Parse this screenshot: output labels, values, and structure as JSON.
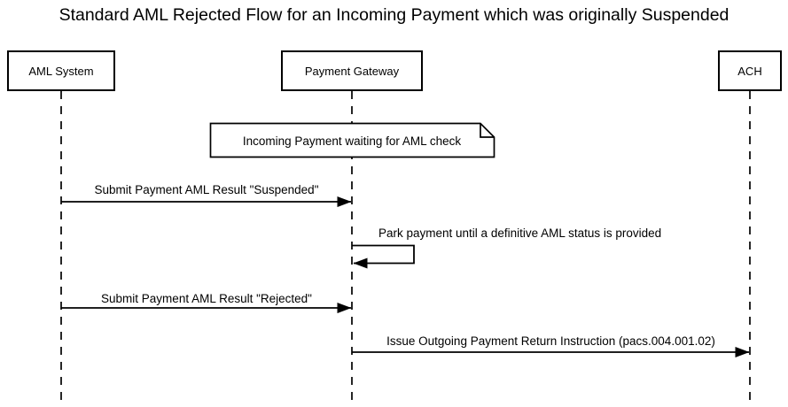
{
  "title": "Standard AML Rejected Flow for an Incoming Payment which was originally Suspended",
  "participants": [
    {
      "name": "AML System"
    },
    {
      "name": "Payment Gateway"
    },
    {
      "name": "ACH"
    }
  ],
  "note": {
    "attached_to": "Payment Gateway",
    "text": "Incoming Payment waiting for AML check"
  },
  "messages": [
    {
      "from": "AML System",
      "to": "Payment Gateway",
      "type": "solid-arrow",
      "label": "Submit Payment AML Result \"Suspended\""
    },
    {
      "from": "Payment Gateway",
      "to": "Payment Gateway",
      "type": "self-message",
      "label": "Park payment until a definitive AML status is provided"
    },
    {
      "from": "AML System",
      "to": "Payment Gateway",
      "type": "solid-arrow",
      "label": "Submit Payment AML Result \"Rejected\""
    },
    {
      "from": "Payment Gateway",
      "to": "ACH",
      "type": "solid-arrow",
      "label": "Issue Outgoing Payment Return Instruction (pacs.004.001.02)"
    }
  ],
  "colors": {
    "line": "#000000",
    "background": "#ffffff",
    "shape_fill": "#ffffff"
  }
}
